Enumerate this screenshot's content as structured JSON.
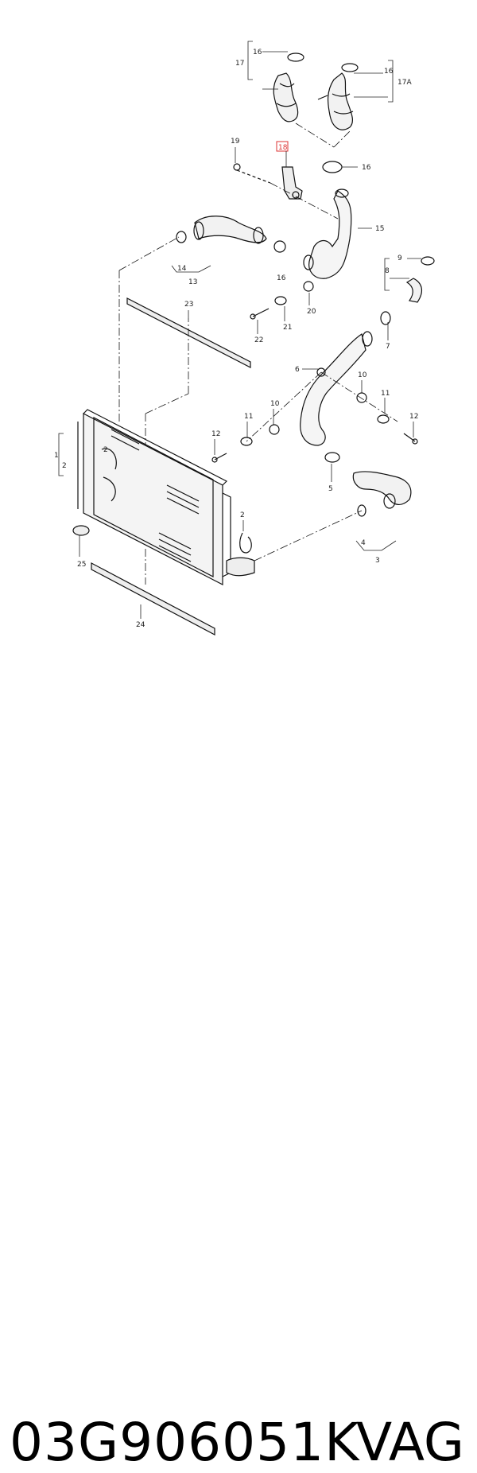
{
  "diagram": {
    "callouts": [
      "1",
      "2",
      "2",
      "2",
      "3",
      "4",
      "5",
      "6",
      "7",
      "8",
      "9",
      "10",
      "10",
      "11",
      "11",
      "12",
      "12",
      "13",
      "14",
      "15",
      "16",
      "16",
      "16",
      "16",
      "17",
      "17A",
      "18",
      "19",
      "20",
      "21",
      "22",
      "23",
      "24",
      "25"
    ],
    "highlighted_callout": "18"
  },
  "caption": {
    "part_number": "03G906051K",
    "brand": "VAG"
  }
}
